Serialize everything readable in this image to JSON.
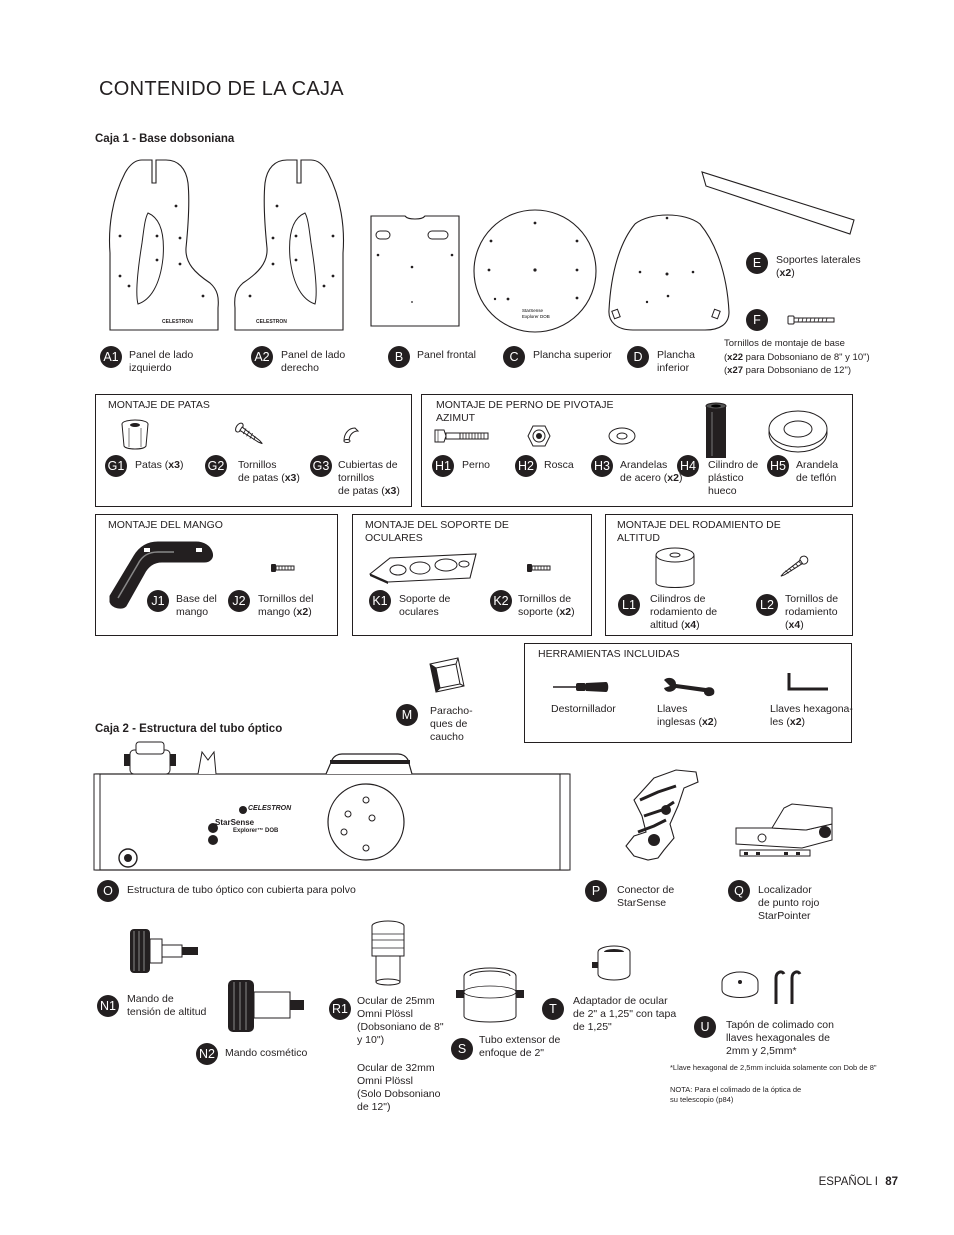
{
  "title": "CONTENIDO DE LA CAJA",
  "caja1": "Caja 1 - Base dobsoniana",
  "caja2": "Caja 2 - Estructura del tubo óptico",
  "items": {
    "A1": {
      "code": "A1",
      "label": "Panel de lado\nizquierdo"
    },
    "A2": {
      "code": "A2",
      "label": "Panel de lado\nderecho"
    },
    "B": {
      "code": "B",
      "label": "Panel frontal"
    },
    "C": {
      "code": "C",
      "label": "Plancha superior"
    },
    "D": {
      "code": "D",
      "label": "Plancha\ninferior"
    },
    "E": {
      "code": "E",
      "label": "Soportes laterales",
      "qty": "x2"
    },
    "F": {
      "code": "F",
      "line1": "Tornillos de montaje de base",
      "line2_qty": "x22",
      "line2_rest": " para Dobsoniano de 8\" y 10\")",
      "line3_qty": "x27",
      "line3_rest": " para Dobsoniano de 12\")"
    },
    "G1": {
      "code": "G1",
      "label": "Patas",
      "qty": "x3"
    },
    "G2": {
      "code": "G2",
      "label1": "Tornillos",
      "label2": "de patas",
      "qty": "x3"
    },
    "G3": {
      "code": "G3",
      "label1": "Cubiertas de\ntornillos",
      "label2": "de patas",
      "qty": "x3"
    },
    "H1": {
      "code": "H1",
      "label": "Perno"
    },
    "H2": {
      "code": "H2",
      "label": "Rosca"
    },
    "H3": {
      "code": "H3",
      "label": "Arandelas\nde acero",
      "qty": "x2"
    },
    "H4": {
      "code": "H4",
      "label": "Cilindro de\nplástico\nhueco"
    },
    "H5": {
      "code": "H5",
      "label": "Arandela\nde teflón"
    },
    "J1": {
      "code": "J1",
      "label": "Base del\nmango"
    },
    "J2": {
      "code": "J2",
      "label1": "Tornillos del",
      "label2": "mango",
      "qty": "x2"
    },
    "K1": {
      "code": "K1",
      "label": "Soporte de\noculares"
    },
    "K2": {
      "code": "K2",
      "label1": "Tornillos de",
      "label2": "soporte",
      "qty": "x2"
    },
    "L1": {
      "code": "L1",
      "label": "Cilindros de\nrodamiento de\naltitud",
      "qty": "x4"
    },
    "L2": {
      "code": "L2",
      "label": "Tornillos de\nrodamiento",
      "qty": "x4"
    },
    "M": {
      "code": "M",
      "label": "Paracho-\nques de\ncaucho"
    },
    "O": {
      "code": "O",
      "label": "Estructura de tubo óptico con cubierta para polvo"
    },
    "P": {
      "code": "P",
      "label": "Conector de\nStarSense"
    },
    "Q": {
      "code": "Q",
      "label": "Localizador\nde punto rojo\nStarPointer"
    },
    "N1": {
      "code": "N1",
      "label": "Mando de\ntensión de altitud"
    },
    "N2": {
      "code": "N2",
      "label": "Mando cosmético"
    },
    "R1": {
      "code": "R1",
      "label": "Ocular de 25mm\nOmni Plössl\n(Dobsoniano de 8\"\ny 10\")",
      "label_b": "Ocular de 32mm\nOmni Plössl\n(Solo Dobsoniano\nde 12\")"
    },
    "S": {
      "code": "S",
      "label": "Tubo extensor de\nenfoque de 2\""
    },
    "T": {
      "code": "T",
      "label": "Adaptador de ocular\nde 2\" a 1,25\" con tapa\nde 1,25\""
    },
    "U": {
      "code": "U",
      "label": "Tapón de colimado con\nllaves hexagonales de\n2mm y 2,5mm*"
    }
  },
  "boxes": {
    "patas": "MONTAJE DE PATAS",
    "perno": "MONTAJE DE PERNO DE PIVOTAJE\nAZIMUT",
    "mango": "MONTAJE DEL MANGO",
    "oculares": "MONTAJE DEL SOPORTE DE\nOCULARES",
    "rodamiento": "MONTAJE DEL RODAMIENTO DE\nALTITUD",
    "herramientas": "HERRAMIENTAS INCLUIDAS"
  },
  "tools": {
    "destornillador": "Destornillador",
    "llaves_label": "Llaves\ninglesas",
    "llaves_qty": "x2",
    "hex_label": "Llaves hexagona-\nles",
    "hex_qty": "x2"
  },
  "panel_brand": "CELESTRON",
  "tube_brand": "CELESTRON",
  "tube_model1": "StarSense",
  "tube_model2": "Explorer™ DOB",
  "plate_text": "StarSense\nExplorer DOB",
  "footnote1": "*Llave hexagonal de 2,5mm incluida solamente con Dob de 8\"",
  "footnote2": "NOTA: Para el colimado de la óptica de\nsu telescopio (p84)",
  "footer_lang": "ESPAÑOL I",
  "footer_page": "87"
}
